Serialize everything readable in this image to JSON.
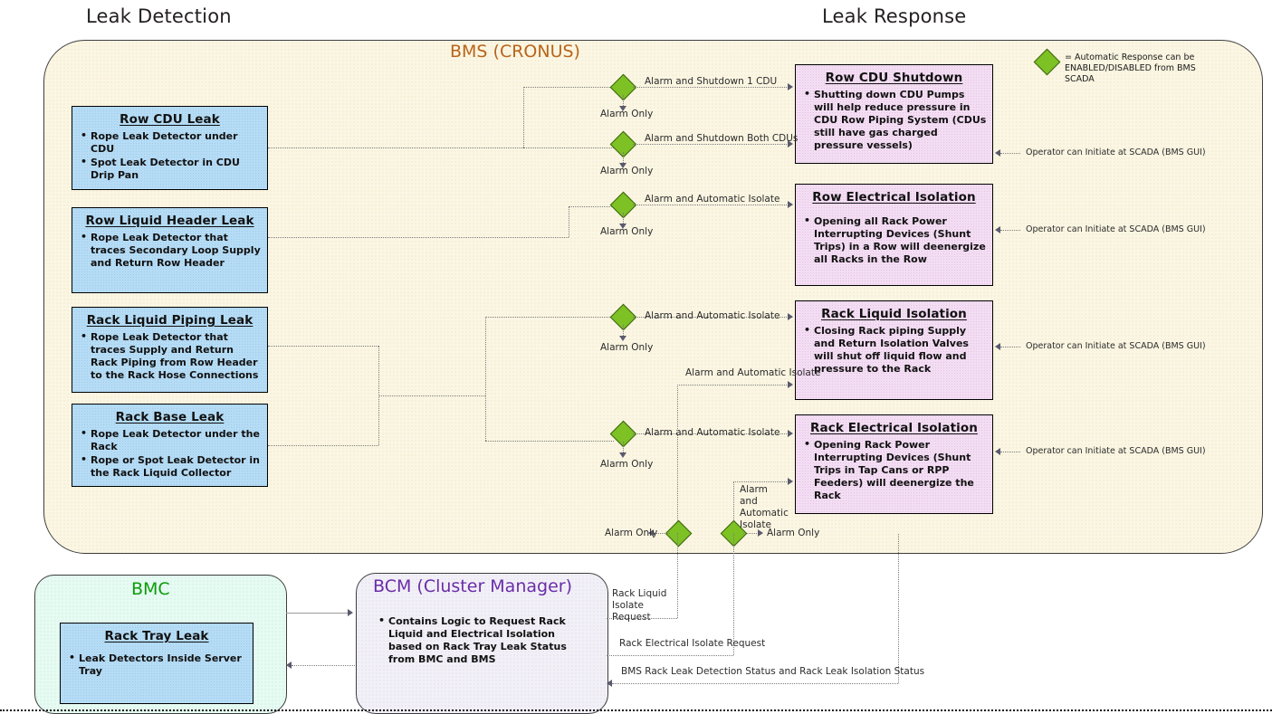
{
  "headers": {
    "left": "Leak Detection",
    "right": "Leak Response"
  },
  "containers": {
    "bms": {
      "title": "BMS (CRONUS)",
      "color": "#b8651b"
    },
    "bmc": {
      "title": "BMC",
      "color": "#0c9b0c"
    },
    "bcm": {
      "title": "BCM (Cluster Manager)",
      "color": "#6a2da8",
      "bullets": [
        "Contains Logic to Request Rack Liquid and Electrical Isolation based on Rack Tray Leak Status from BMC and BMS"
      ]
    }
  },
  "legend": {
    "text": "= Automatic Response can be ENABLED/DISABLED from BMS SCADA",
    "diamond_color": "#7dc124"
  },
  "detection_boxes": [
    {
      "title": "Row CDU Leak",
      "bullets": [
        "Rope Leak Detector under CDU",
        "Spot Leak Detector in CDU Drip Pan"
      ]
    },
    {
      "title": "Row Liquid Header Leak",
      "bullets": [
        "Rope Leak Detector that traces Secondary Loop Supply and Return Row Header"
      ]
    },
    {
      "title": "Rack Liquid Piping Leak",
      "bullets": [
        "Rope Leak Detector that traces Supply and Return Rack Piping from  Row Header to the Rack Hose Connections"
      ]
    },
    {
      "title": "Rack Base Leak",
      "bullets": [
        "Rope Leak Detector under the Rack",
        "Rope or Spot Leak Detector in the Rack Liquid Collector"
      ]
    }
  ],
  "bmc_box": {
    "title": "Rack Tray Leak",
    "bullets": [
      "Leak Detectors Inside Server Tray"
    ]
  },
  "response_boxes": [
    {
      "title": "Row CDU Shutdown",
      "bullets": [
        "Shutting down CDU Pumps will help reduce pressure in CDU Row Piping System (CDUs still have gas charged pressure vessels)"
      ]
    },
    {
      "title": "Row Electrical Isolation",
      "bullets": [
        "Opening all Rack Power Interrupting Devices (Shunt Trips) in a Row will deenergize all Racks in the Row"
      ]
    },
    {
      "title": "Rack Liquid Isolation",
      "bullets": [
        "Closing Rack piping Supply and Return Isolation Valves will shut off liquid flow and pressure to the Rack"
      ]
    },
    {
      "title": "Rack Electrical Isolation",
      "bullets": [
        "Opening Rack Power Interrupting Devices (Shunt Trips in Tap Cans or RPP Feeders) will deenergize the Rack"
      ]
    }
  ],
  "edge_labels": {
    "shutdown_1_cdu": "Alarm and Shutdown 1 CDU",
    "shutdown_both_cdus": "Alarm and Shutdown Both CDUs",
    "auto_isolate": "Alarm and Automatic Isolate",
    "alarm_only": "Alarm Only",
    "alarm_and_automatic_isolate_stacked": "Alarm and Automatic Isolate",
    "rack_liquid_isolate_request": "Rack Liquid Isolate Request",
    "rack_electrical_isolate_request": "Rack Electrical Isolate Request",
    "bms_status": "BMS Rack Leak Detection Status and Rack Leak Isolation Status",
    "operator_initiate": "Operator can Initiate at SCADA (BMS GUI)"
  }
}
